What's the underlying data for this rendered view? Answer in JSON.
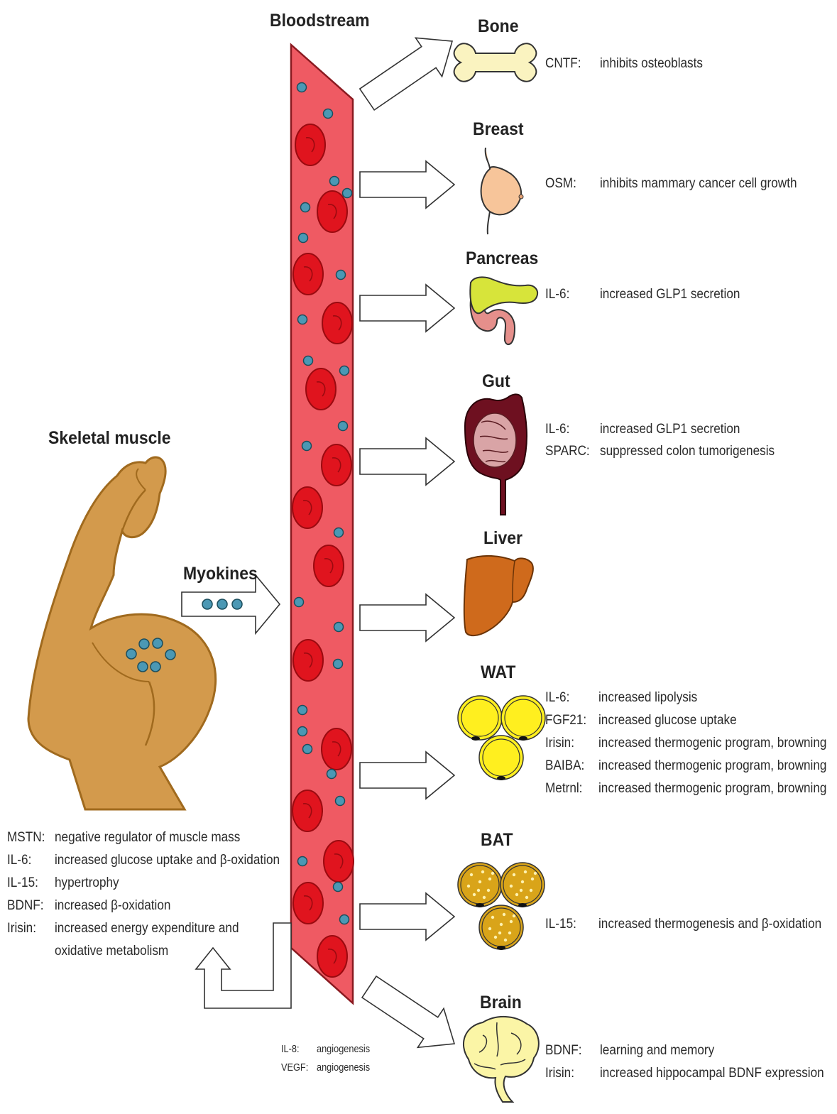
{
  "titles": {
    "bloodstream": "Bloodstream",
    "skeletal_muscle": "Skeletal muscle",
    "myokines": "Myokines",
    "bone": "Bone",
    "breast": "Breast",
    "pancreas": "Pancreas",
    "gut": "Gut",
    "liver": "Liver",
    "wat": "WAT",
    "bat": "BAT",
    "brain": "Brain"
  },
  "effects": {
    "bone": [
      {
        "factor": "CNTF:",
        "effect": "inhibits osteoblasts"
      }
    ],
    "breast": [
      {
        "factor": "OSM:",
        "effect": "inhibits mammary cancer cell growth"
      }
    ],
    "pancreas": [
      {
        "factor": "IL-6:",
        "effect": "increased GLP1 secretion"
      }
    ],
    "gut": [
      {
        "factor": "IL-6:",
        "effect": "increased GLP1 secretion"
      },
      {
        "factor": "SPARC:",
        "effect": "suppressed colon tumorigenesis"
      }
    ],
    "wat": [
      {
        "factor": "IL-6:",
        "effect": "increased lipolysis"
      },
      {
        "factor": "FGF21:",
        "effect": "increased glucose uptake"
      },
      {
        "factor": "Irisin:",
        "effect": "increased thermogenic program, browning"
      },
      {
        "factor": "BAIBA:",
        "effect": "increased thermogenic program, browning"
      },
      {
        "factor": "Metrnl:",
        "effect": "increased thermogenic program, browning"
      }
    ],
    "bat": [
      {
        "factor": "IL-15:",
        "effect": "increased thermogenesis and β-oxidation"
      }
    ],
    "brain": [
      {
        "factor": "BDNF:",
        "effect": "learning and memory"
      },
      {
        "factor": "Irisin:",
        "effect": "increased hippocampal BDNF expression"
      }
    ],
    "muscle": [
      {
        "factor": "MSTN:",
        "effect": "negative regulator of muscle mass"
      },
      {
        "factor": "IL-6:",
        "effect": "increased glucose uptake and β-oxidation"
      },
      {
        "factor": "IL-15:",
        "effect": "hypertrophy"
      },
      {
        "factor": "BDNF:",
        "effect": "increased β-oxidation"
      },
      {
        "factor": "Irisin:",
        "effect": "increased energy expenditure and"
      },
      {
        "factor": "",
        "effect": "oxidative metabolism"
      }
    ],
    "bloodstream": [
      {
        "factor": "IL-8:",
        "effect": "angiogenesis"
      },
      {
        "factor": "VEGF:",
        "effect": "angiogenesis"
      }
    ]
  },
  "colors": {
    "vessel": "#ef5a63",
    "rbc": "#e0141e",
    "rbc_dark": "#9b0a10",
    "myokine": "#4b98b4",
    "skin": "#d39a4c",
    "skin_outline": "#a06a1e",
    "bone": "#faf3c0",
    "breast": "#f7c59a",
    "pancreas": "#d7e43a",
    "intestine": "#e58f8b",
    "gut_outer": "#6e1020",
    "liver": "#cf6a1c",
    "wat": "#ffef1f",
    "bat": "#d9a419",
    "brain": "#fbf5a6"
  }
}
